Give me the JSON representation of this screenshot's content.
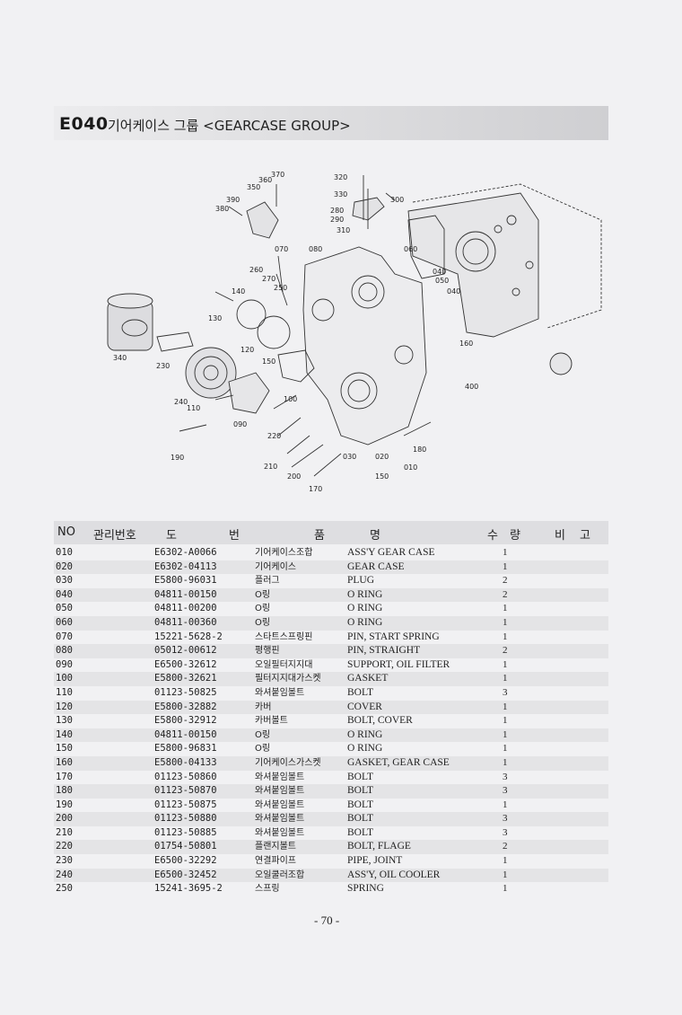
{
  "section": {
    "code": "E040",
    "title": "기어케이스 그룹 <GEARCASE GROUP>"
  },
  "diagram_labels": [
    "320",
    "330",
    "300",
    "280",
    "290",
    "310",
    "370",
    "360",
    "350",
    "390",
    "380",
    "070",
    "080",
    "060",
    "040",
    "050",
    "040",
    "260",
    "270",
    "250",
    "140",
    "130",
    "120",
    "150",
    "160",
    "400",
    "340",
    "230",
    "100",
    "240",
    "110",
    "090",
    "220",
    "190",
    "210",
    "200",
    "170",
    "030",
    "020",
    "180",
    "010",
    "150"
  ],
  "table": {
    "headers": {
      "no": "NO",
      "mgmt": "관리번호",
      "do": "도",
      "beon": "번",
      "pum": "품",
      "myeong": "명",
      "su": "수",
      "ryang": "량",
      "bi": "비",
      "go": "고"
    },
    "rows": [
      {
        "no": "010",
        "part": "E6302-A0066",
        "kor": "기어케이스조합",
        "eng": "ASS'Y GEAR CASE",
        "qty": "1"
      },
      {
        "no": "020",
        "part": "E6302-04113",
        "kor": "기어케이스",
        "eng": "GEAR CASE",
        "qty": "1"
      },
      {
        "no": "030",
        "part": "E5800-96031",
        "kor": "플러그",
        "eng": "PLUG",
        "qty": "2"
      },
      {
        "no": "040",
        "part": "04811-00150",
        "kor": "O링",
        "eng": "O RING",
        "qty": "2"
      },
      {
        "no": "050",
        "part": "04811-00200",
        "kor": "O링",
        "eng": "O RING",
        "qty": "1"
      },
      {
        "no": "060",
        "part": "04811-00360",
        "kor": "O링",
        "eng": "O RING",
        "qty": "1"
      },
      {
        "no": "070",
        "part": "15221-5628-2",
        "kor": "스타트스프링핀",
        "eng": "PIN, START SPRING",
        "qty": "1"
      },
      {
        "no": "080",
        "part": "05012-00612",
        "kor": "평행핀",
        "eng": "PIN, STRAIGHT",
        "qty": "2"
      },
      {
        "no": "090",
        "part": "E6500-32612",
        "kor": "오일필터지지대",
        "eng": "SUPPORT, OIL FILTER",
        "qty": "1"
      },
      {
        "no": "100",
        "part": "E5800-32621",
        "kor": "필터지지대가스켓",
        "eng": "GASKET",
        "qty": "1"
      },
      {
        "no": "110",
        "part": "01123-50825",
        "kor": "와셔붙임볼트",
        "eng": "BOLT",
        "qty": "3"
      },
      {
        "no": "120",
        "part": "E5800-32882",
        "kor": "카버",
        "eng": "COVER",
        "qty": "1"
      },
      {
        "no": "130",
        "part": "E5800-32912",
        "kor": "카버볼트",
        "eng": "BOLT, COVER",
        "qty": "1"
      },
      {
        "no": "140",
        "part": "04811-00150",
        "kor": "O링",
        "eng": "O RING",
        "qty": "1"
      },
      {
        "no": "150",
        "part": "E5800-96831",
        "kor": "O링",
        "eng": "O RING",
        "qty": "1"
      },
      {
        "no": "160",
        "part": "E5800-04133",
        "kor": "기어케이스가스켓",
        "eng": "GASKET, GEAR CASE",
        "qty": "1"
      },
      {
        "no": "170",
        "part": "01123-50860",
        "kor": "와셔붙임볼트",
        "eng": "BOLT",
        "qty": "3"
      },
      {
        "no": "180",
        "part": "01123-50870",
        "kor": "와셔붙임볼트",
        "eng": "BOLT",
        "qty": "3"
      },
      {
        "no": "190",
        "part": "01123-50875",
        "kor": "와셔붙임볼트",
        "eng": "BOLT",
        "qty": "1"
      },
      {
        "no": "200",
        "part": "01123-50880",
        "kor": "와셔붙임볼트",
        "eng": "BOLT",
        "qty": "3"
      },
      {
        "no": "210",
        "part": "01123-50885",
        "kor": "와셔붙임볼트",
        "eng": "BOLT",
        "qty": "3"
      },
      {
        "no": "220",
        "part": "01754-50801",
        "kor": "플랜지볼트",
        "eng": "BOLT, FLAGE",
        "qty": "2"
      },
      {
        "no": "230",
        "part": "E6500-32292",
        "kor": "연결파이프",
        "eng": "PIPE, JOINT",
        "qty": "1"
      },
      {
        "no": "240",
        "part": "E6500-32452",
        "kor": "오일쿨러조합",
        "eng": "ASS'Y, OIL COOLER",
        "qty": "1"
      },
      {
        "no": "250",
        "part": "15241-3695-2",
        "kor": "스프링",
        "eng": "SPRING",
        "qty": "1"
      }
    ]
  },
  "page_number": "- 70 -"
}
